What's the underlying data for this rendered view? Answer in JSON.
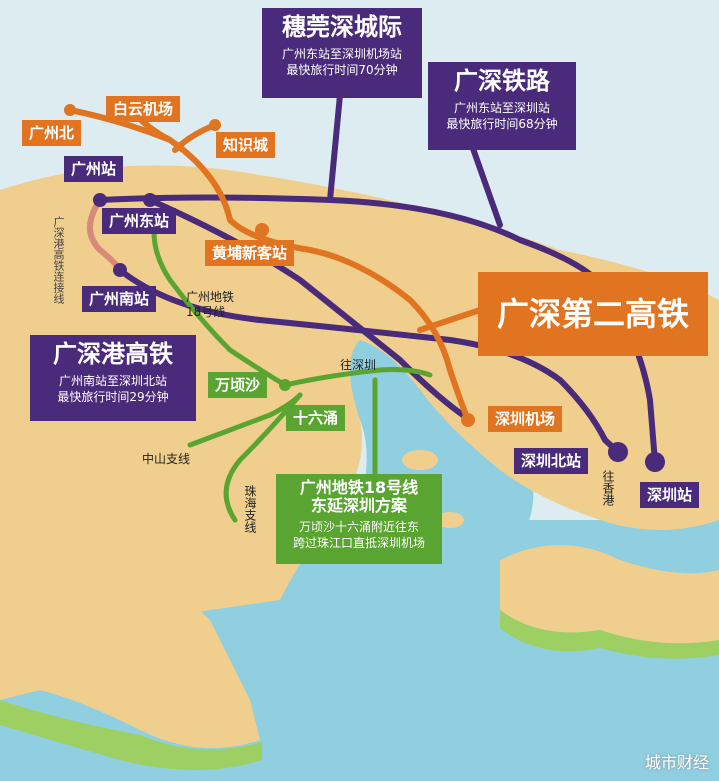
{
  "callouts": {
    "suiguan": {
      "title": "穗莞深城际",
      "line1": "广州东站至深圳机场站",
      "line2": "最快旅行时间70分钟"
    },
    "guangshen_rail": {
      "title": "广深铁路",
      "line1": "广州东站至深圳站",
      "line2": "最快旅行时间68分钟"
    },
    "second_hsr": {
      "title": "广深第二高铁"
    },
    "gsh_hsr": {
      "title": "广深港高铁",
      "line1": "广州南站至深圳北站",
      "line2": "最快旅行时间29分钟"
    },
    "metro18": {
      "title1": "广州地铁18号线",
      "title2": "东延深圳方案",
      "line1": "万顷沙十六涌附近往东",
      "line2": "跨过珠江口直抵深圳机场"
    }
  },
  "stations": {
    "guangzhou_north": "广州北",
    "baiyun_airport": "白云机场",
    "zhishicheng": "知识城",
    "guangzhou": "广州站",
    "guangzhou_east": "广州东站",
    "huangpu": "黄埔新客站",
    "guangzhou_south": "广州南站",
    "wanqingsha": "万顷沙",
    "shiliuchong": "十六涌",
    "shenzhen_airport": "深圳机场",
    "shenzhen_north": "深圳北站",
    "shenzhen": "深圳站"
  },
  "labels": {
    "link_line": "广深港高铁连接线",
    "metro18_name": "广州地铁18号线",
    "to_shenzhen": "往深圳",
    "zhongshan_branch": "中山支线",
    "zhuhai_branch": "珠海支线",
    "to_hongkong": "往香港"
  },
  "watermark": "城市财经",
  "colors": {
    "purple": "#4a2a7a",
    "orange": "#e07420",
    "green": "#5aa531",
    "pink": "#d88a7a",
    "land": "#f0cf8e",
    "sea": "#8fcfe0"
  }
}
